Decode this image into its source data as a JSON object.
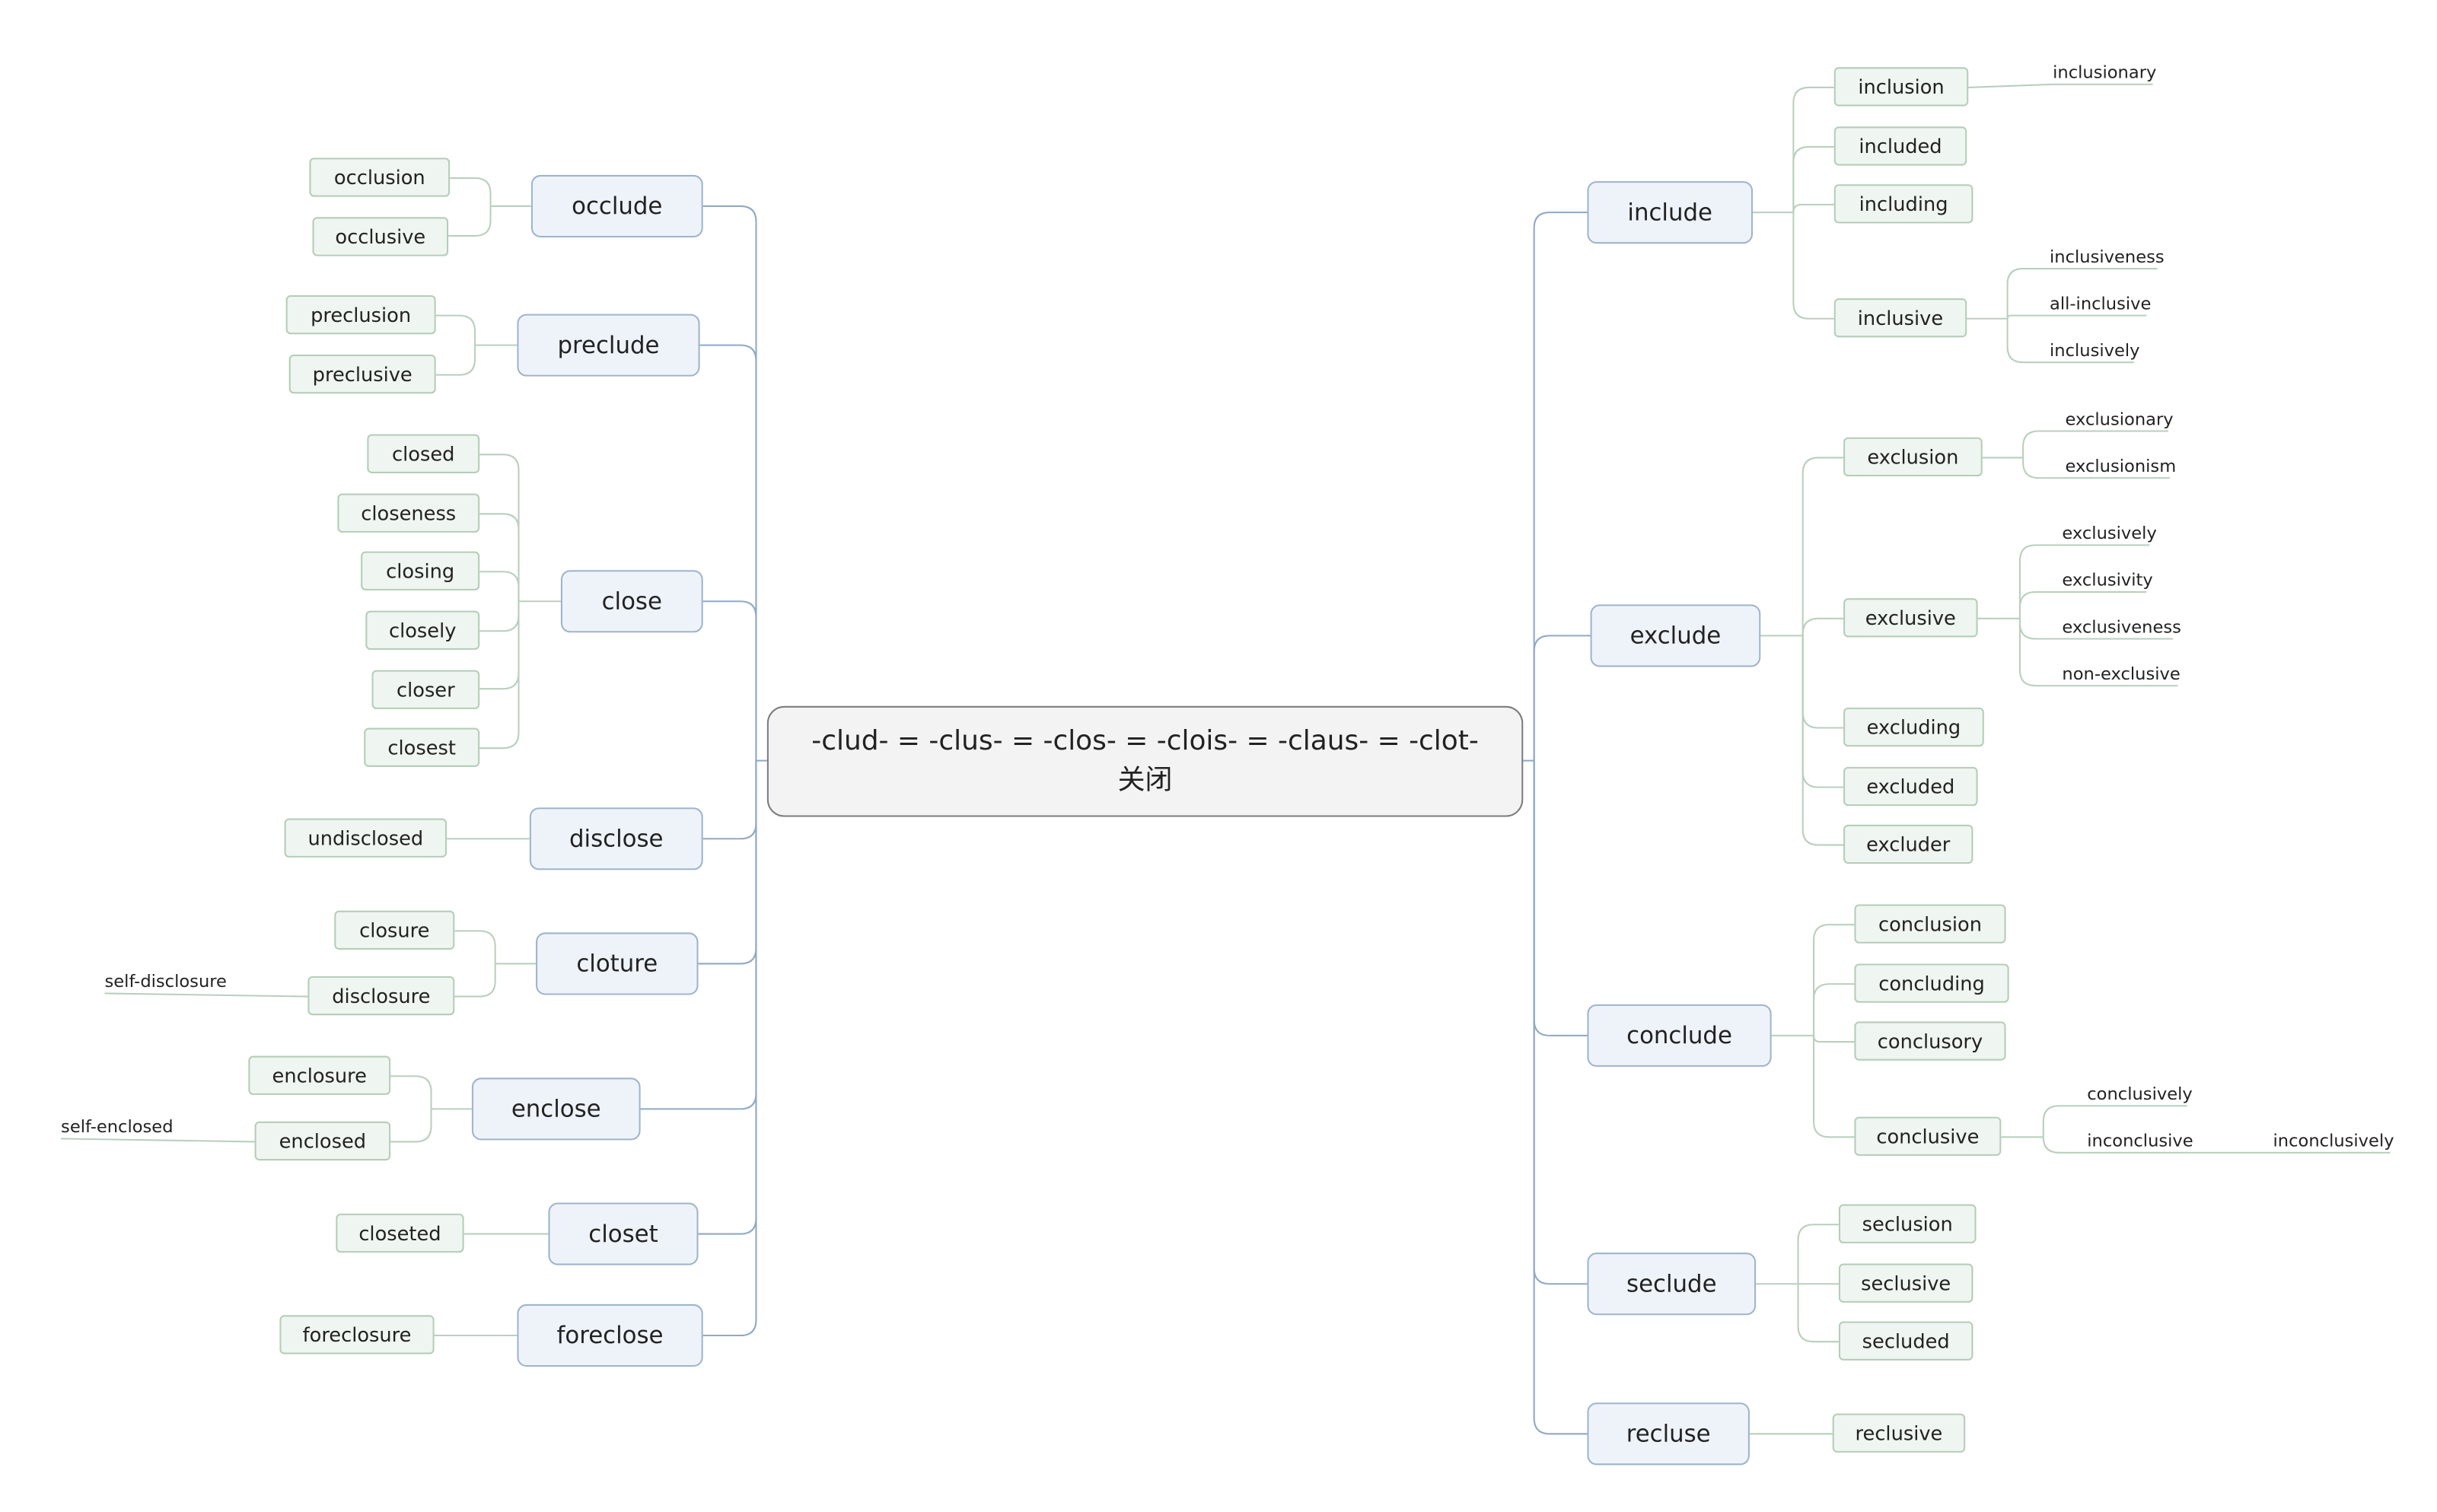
{
  "root": {
    "line1": "-clud- = -clus- = -clos- = -clois- = -claus- = -clot-",
    "line2": "关闭"
  },
  "left": [
    {
      "label": "occlude",
      "children": [
        {
          "label": "occlusion"
        },
        {
          "label": "occlusive"
        }
      ]
    },
    {
      "label": "preclude",
      "children": [
        {
          "label": "preclusion"
        },
        {
          "label": "preclusive"
        }
      ]
    },
    {
      "label": "close",
      "children": [
        {
          "label": "closed"
        },
        {
          "label": "closeness"
        },
        {
          "label": "closing"
        },
        {
          "label": "closely"
        },
        {
          "label": "closer"
        },
        {
          "label": "closest"
        }
      ]
    },
    {
      "label": "disclose",
      "children": [
        {
          "label": "undisclosed"
        }
      ]
    },
    {
      "label": "cloture",
      "children": [
        {
          "label": "closure"
        },
        {
          "label": "disclosure",
          "leaves": [
            "self-disclosure"
          ]
        }
      ]
    },
    {
      "label": "enclose",
      "children": [
        {
          "label": "enclosure"
        },
        {
          "label": "enclosed",
          "leaves": [
            "self-enclosed"
          ]
        }
      ]
    },
    {
      "label": "closet",
      "children": [
        {
          "label": "closeted"
        }
      ]
    },
    {
      "label": "foreclose",
      "children": [
        {
          "label": "foreclosure"
        }
      ]
    }
  ],
  "right": [
    {
      "label": "include",
      "children": [
        {
          "label": "inclusion",
          "leaves": [
            "inclusionary"
          ]
        },
        {
          "label": "included"
        },
        {
          "label": "including"
        },
        {
          "label": "inclusive",
          "leaves": [
            "inclusiveness",
            "all-inclusive",
            "inclusively"
          ]
        }
      ]
    },
    {
      "label": "exclude",
      "children": [
        {
          "label": "exclusion",
          "leaves": [
            "exclusionary",
            "exclusionism"
          ]
        },
        {
          "label": "exclusive",
          "leaves": [
            "exclusively",
            "exclusivity",
            "exclusiveness",
            "non-exclusive"
          ]
        },
        {
          "label": "excluding"
        },
        {
          "label": "excluded"
        },
        {
          "label": "excluder"
        }
      ]
    },
    {
      "label": "conclude",
      "children": [
        {
          "label": "conclusion"
        },
        {
          "label": "concluding"
        },
        {
          "label": "conclusory"
        },
        {
          "label": "conclusive",
          "leaves": [
            "conclusively",
            "inconclusive"
          ],
          "subleaf": "inconclusively"
        }
      ]
    },
    {
      "label": "seclude",
      "children": [
        {
          "label": "seclusion"
        },
        {
          "label": "seclusive"
        },
        {
          "label": "secluded"
        }
      ]
    },
    {
      "label": "recluse",
      "children": [
        {
          "label": "reclusive"
        }
      ]
    }
  ],
  "colors": {
    "main_line": "#8fa9c4",
    "sub_line": "#b9cfbd",
    "root_border": "#7c7c7c"
  }
}
